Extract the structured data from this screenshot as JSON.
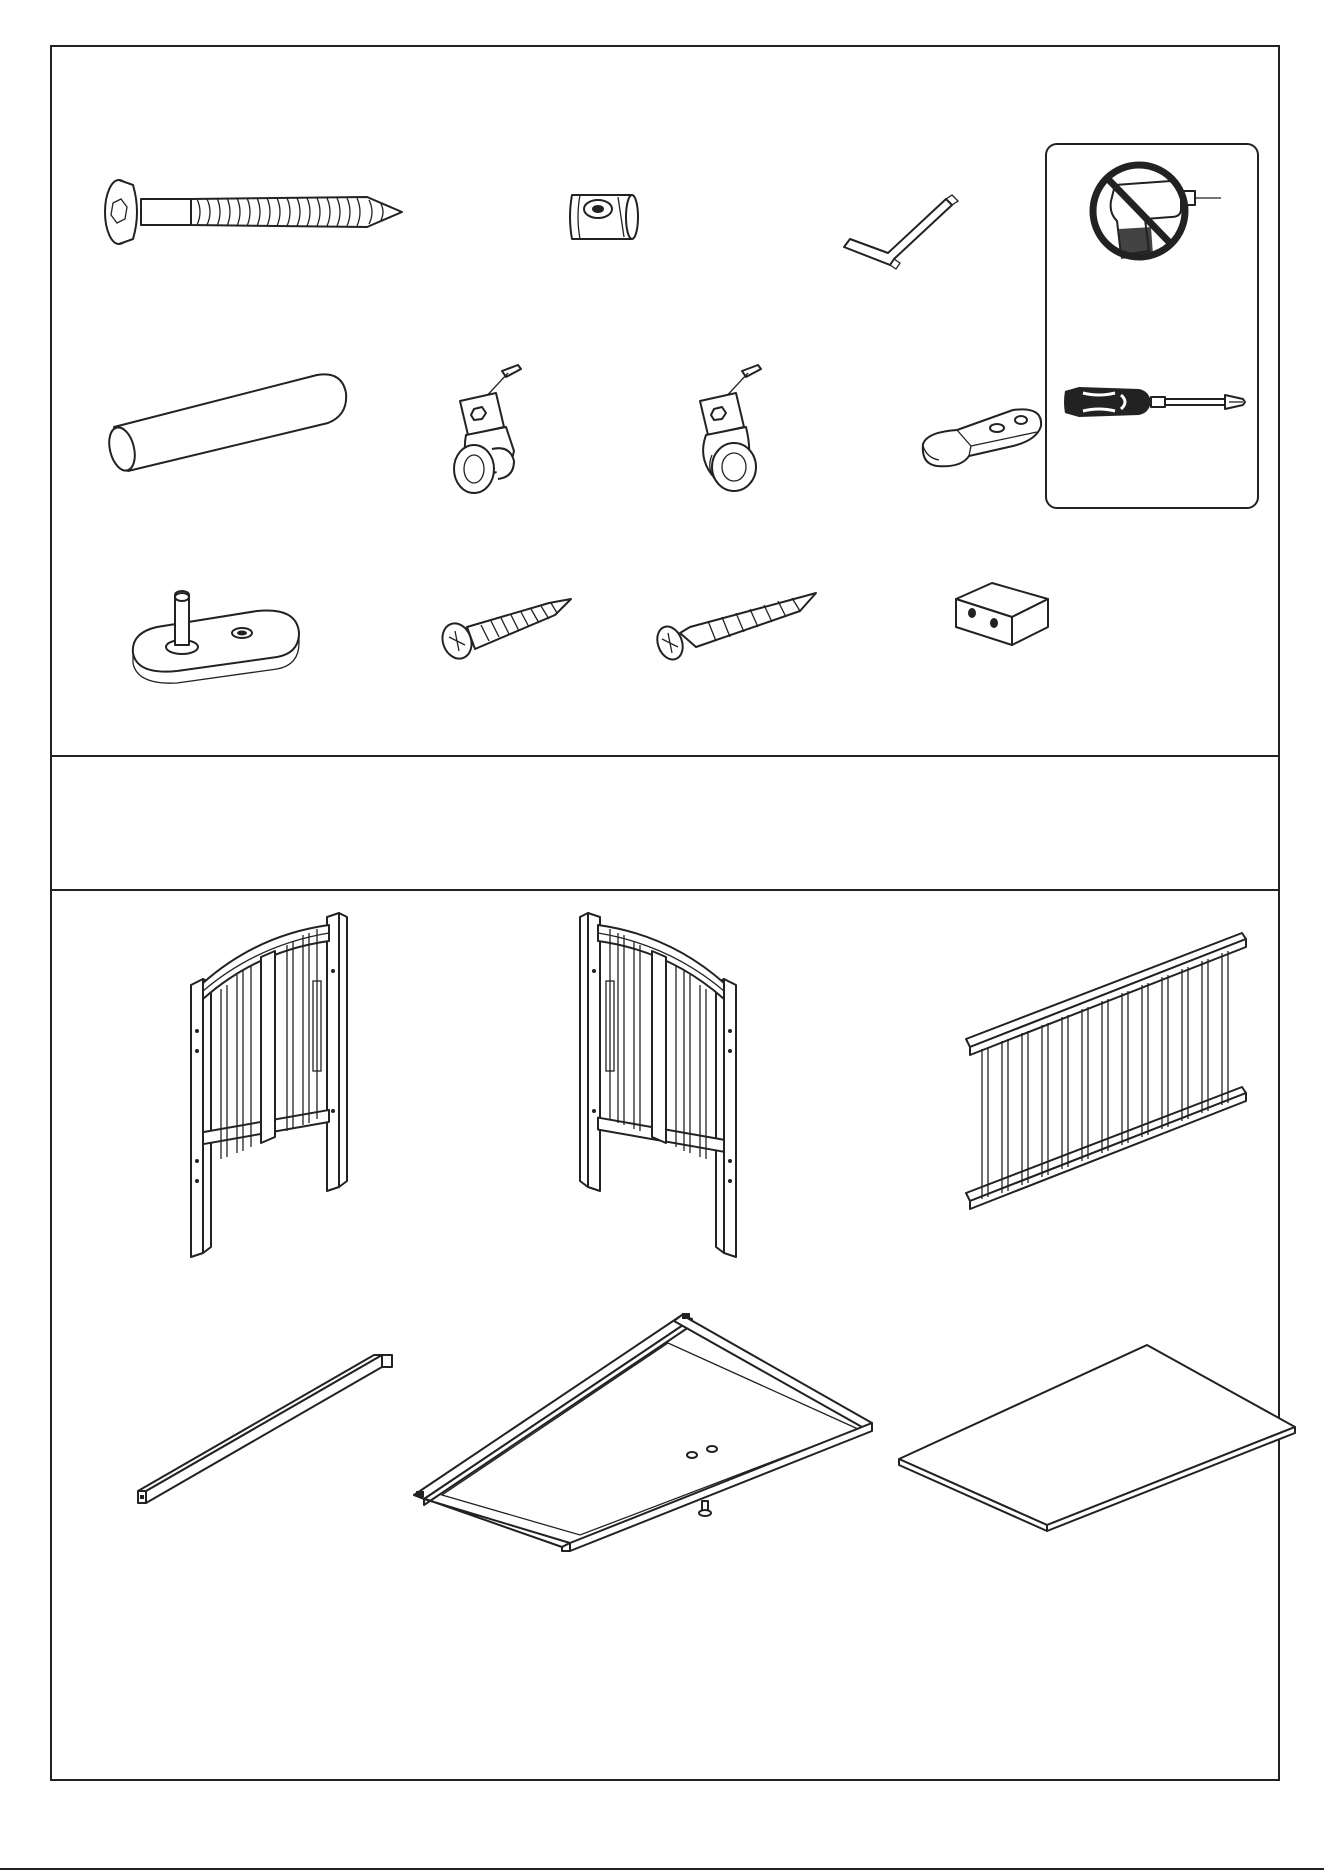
{
  "page": {
    "footer_mark": ""
  },
  "hardware": {
    "items": [
      {
        "id": "bolt",
        "icon": "allen-bolt-icon"
      },
      {
        "id": "barrel-nut",
        "icon": "barrel-nut-icon"
      },
      {
        "id": "allen-key",
        "icon": "allen-key-icon"
      },
      {
        "id": "dowel",
        "icon": "wooden-dowel-icon"
      },
      {
        "id": "caster-locking",
        "icon": "caster-wheel-icon"
      },
      {
        "id": "caster-standard",
        "icon": "caster-wheel-icon"
      },
      {
        "id": "bracket",
        "icon": "mattress-bracket-icon"
      },
      {
        "id": "peg-plate",
        "icon": "peg-plate-icon"
      },
      {
        "id": "short-screw",
        "icon": "short-screw-icon"
      },
      {
        "id": "long-screw",
        "icon": "long-screw-icon"
      },
      {
        "id": "block",
        "icon": "wood-block-icon"
      }
    ]
  },
  "tools": {
    "items": [
      {
        "id": "no-power-drill",
        "icon": "no-power-drill-icon"
      },
      {
        "id": "screwdriver",
        "icon": "phillips-screwdriver-icon"
      }
    ]
  },
  "parts": {
    "items": [
      {
        "id": "headboard-left",
        "icon": "headboard-panel-icon"
      },
      {
        "id": "headboard-right",
        "icon": "headboard-panel-icon"
      },
      {
        "id": "side-rail",
        "icon": "side-rail-panel-icon"
      },
      {
        "id": "stretcher",
        "icon": "stretcher-bar-icon"
      },
      {
        "id": "mattress-frame",
        "icon": "mattress-frame-icon"
      },
      {
        "id": "mattress-board",
        "icon": "mattress-board-icon"
      }
    ]
  },
  "colors": {
    "line": "#222222",
    "paper": "#ffffff"
  }
}
